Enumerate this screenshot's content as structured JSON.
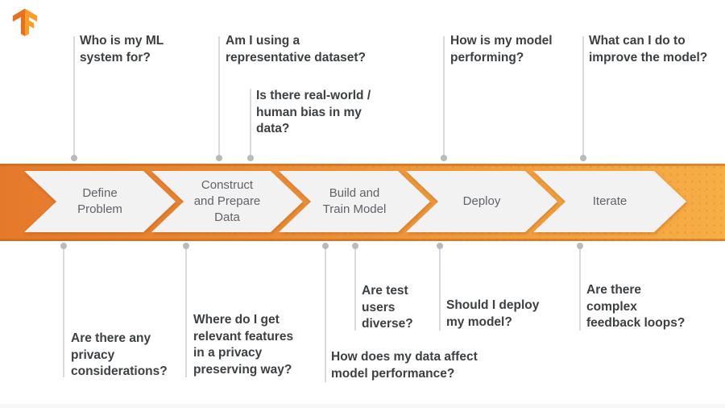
{
  "diagram": {
    "title_hidden": "",
    "logo": "TensorFlow"
  },
  "colors": {
    "band_gradient_start": "#e5792b",
    "band_gradient_end": "#f7ae45",
    "chevron_fill": "#f2f2f3",
    "stage_text": "#5f6368",
    "question_text": "#3c4043",
    "connector_line": "#d8dadd",
    "connector_dot": "#b7bbbf",
    "logo_dark_orange": "#e8701e",
    "logo_light_orange": "#f6a02b"
  },
  "stages": [
    {
      "label": "Define\nProblem"
    },
    {
      "label": "Construct\nand Prepare\nData"
    },
    {
      "label": "Build and\nTrain Model"
    },
    {
      "label": "Deploy"
    },
    {
      "label": "Iterate"
    }
  ],
  "questions_top": [
    {
      "text": "Who is my ML\nsystem for?"
    },
    {
      "text": "Am I using a\nrepresentative dataset?"
    },
    {
      "text": "Is there real-world /\nhuman bias in my\ndata?"
    },
    {
      "text": "How is my model\nperforming?"
    },
    {
      "text": "What can I do to\nimprove the model?"
    }
  ],
  "questions_bottom": [
    {
      "text": "Are there any\nprivacy\nconsiderations?"
    },
    {
      "text": "Where do I get\nrelevant features\nin a privacy\npreserving way?"
    },
    {
      "text": "How does my data affect\nmodel performance?"
    },
    {
      "text": "Are test\nusers\ndiverse?"
    },
    {
      "text": "Should I deploy\nmy model?"
    },
    {
      "text": "Are there\ncomplex\nfeedback loops?"
    }
  ]
}
